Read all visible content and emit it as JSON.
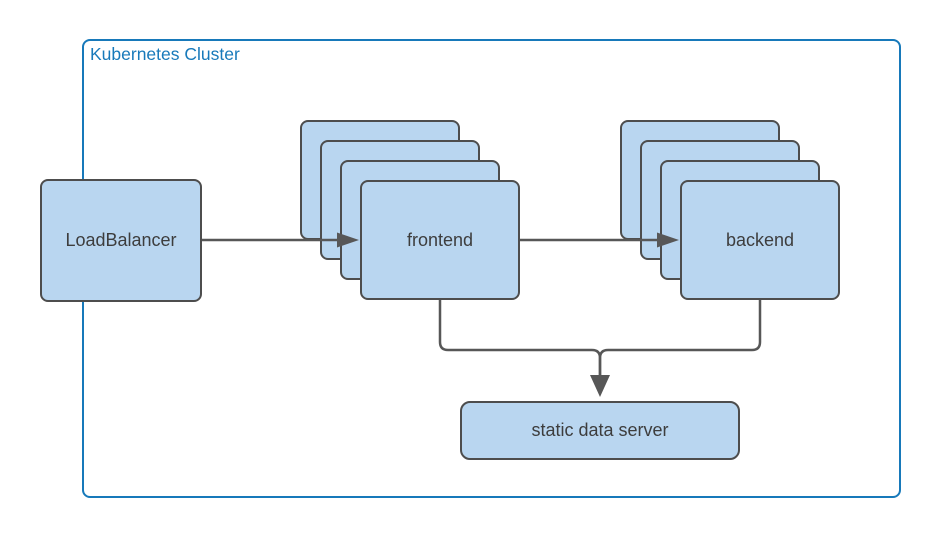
{
  "diagram": {
    "cluster": {
      "label": "Kubernetes Cluster"
    },
    "nodes": {
      "load_balancer": {
        "label": "LoadBalancer"
      },
      "frontend": {
        "label": "frontend",
        "replicas_shown": 4
      },
      "backend": {
        "label": "backend",
        "replicas_shown": 4
      },
      "static_data_server": {
        "label": "static data server"
      }
    },
    "edges": [
      {
        "from": "load_balancer",
        "to": "frontend",
        "arrow": true
      },
      {
        "from": "frontend",
        "to": "backend",
        "arrow": true
      },
      {
        "from": "frontend",
        "to": "static_data_server",
        "arrow": true
      },
      {
        "from": "backend",
        "to": "static_data_server",
        "arrow": true
      }
    ],
    "colors": {
      "cluster_border": "#1779ba",
      "node_fill": "#b9d6f0",
      "node_border": "#4d4d4d",
      "connector": "#575757",
      "label_text": "#3d3d3d"
    }
  }
}
